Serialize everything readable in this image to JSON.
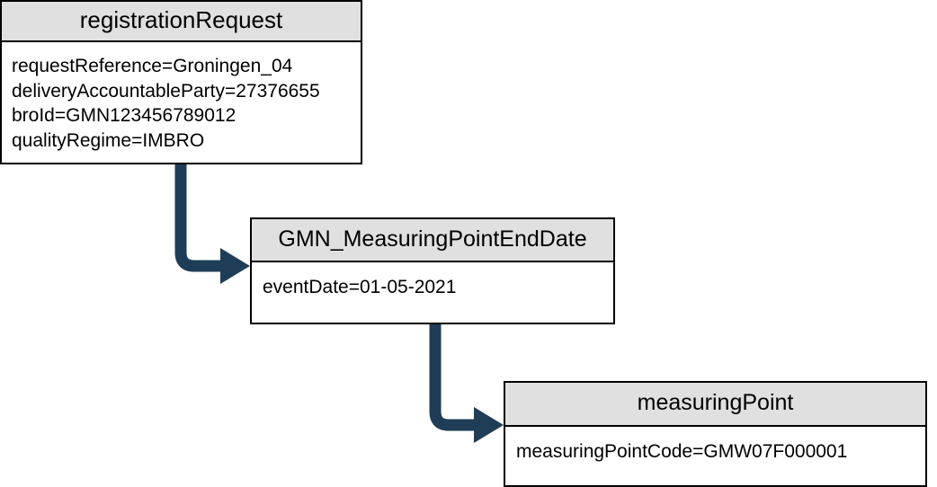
{
  "diagram": {
    "type": "uml-object-diagram",
    "colors": {
      "header_fill": "#e0e0e0",
      "body_fill": "#ffffff",
      "border": "#000000",
      "connector": "#1f3d56",
      "text": "#000000"
    },
    "boxes": [
      {
        "id": "registrationRequest",
        "title": "registrationRequest",
        "attributes": [
          "requestReference=Groningen_04",
          "deliveryAccountableParty=27376655",
          "broId=GMN123456789012",
          "qualityRegime=IMBRO"
        ]
      },
      {
        "id": "GMN_MeasuringPointEndDate",
        "title": "GMN_MeasuringPointEndDate",
        "attributes": [
          "eventDate=01-05-2021"
        ]
      },
      {
        "id": "measuringPoint",
        "title": "measuringPoint",
        "attributes": [
          "measuringPointCode=GMW07F000001"
        ]
      }
    ],
    "connectors": [
      {
        "id": "registrationRequest-to-GMN_MeasuringPointEndDate",
        "from": "registrationRequest",
        "to": "GMN_MeasuringPointEndDate",
        "style": "elbow-arrow",
        "label": ""
      },
      {
        "id": "GMN_MeasuringPointEndDate-to-measuringPoint",
        "from": "GMN_MeasuringPointEndDate",
        "to": "measuringPoint",
        "style": "elbow-arrow",
        "label": ""
      }
    ]
  }
}
